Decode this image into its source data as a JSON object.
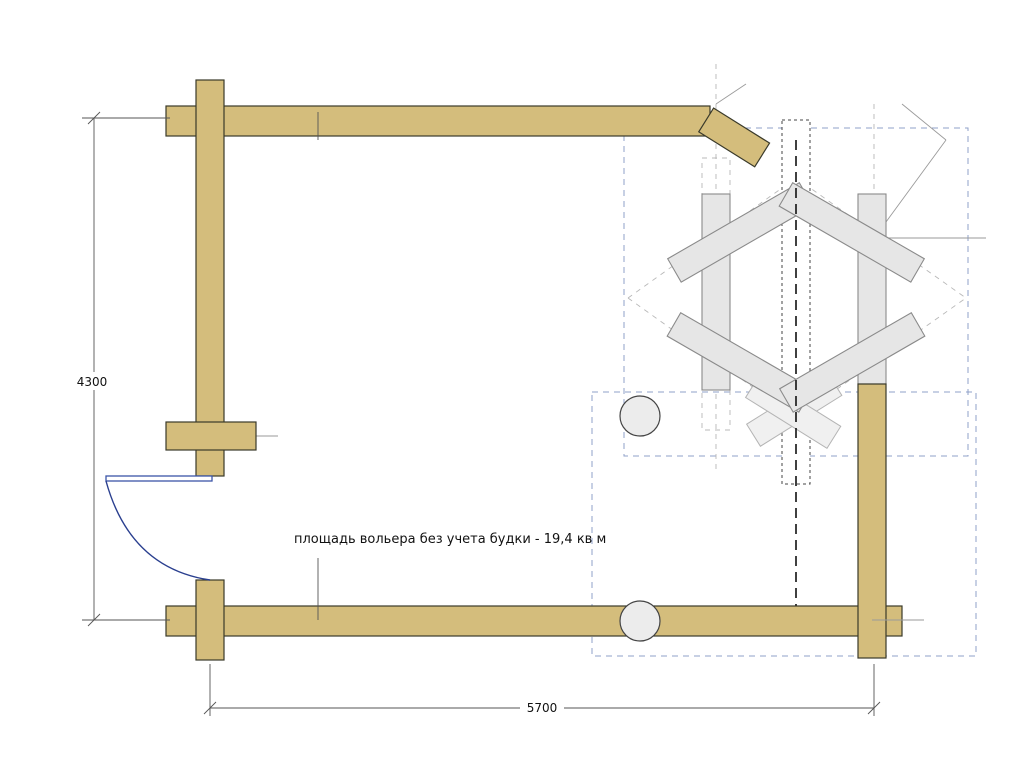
{
  "plan": {
    "area_label": "площадь вольера без учета будки - 19,4 кв м",
    "dimensions": {
      "height": "4300",
      "width": "5700"
    }
  }
}
